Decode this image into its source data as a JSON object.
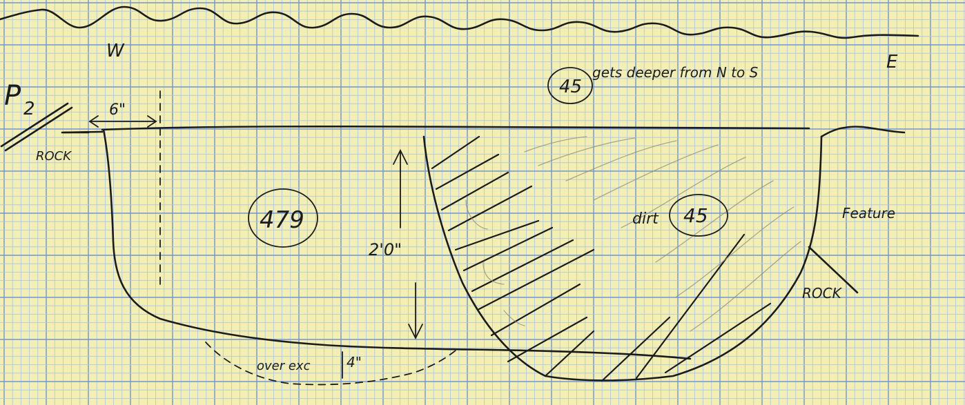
{
  "sheet": {
    "paper_color": "#f3eeb2",
    "grid_minor_color": "#a9c3e8",
    "grid_major_color": "#6f95d6",
    "ink_color": "#1b1b1b"
  },
  "labels": {
    "west": "W",
    "east": "E",
    "plan_id": "P",
    "plan_sub": "2",
    "rock_left": "ROCK",
    "offset": "6\"",
    "note_context": "45",
    "note_text": "gets deeper from N to S",
    "context_479": "479",
    "depth": "2'0\"",
    "fill_label": "dirt",
    "fill_context": "45",
    "feature": "Feature",
    "rock_right": "ROCK",
    "overexc": "over exc",
    "overexc_depth": "4\""
  }
}
